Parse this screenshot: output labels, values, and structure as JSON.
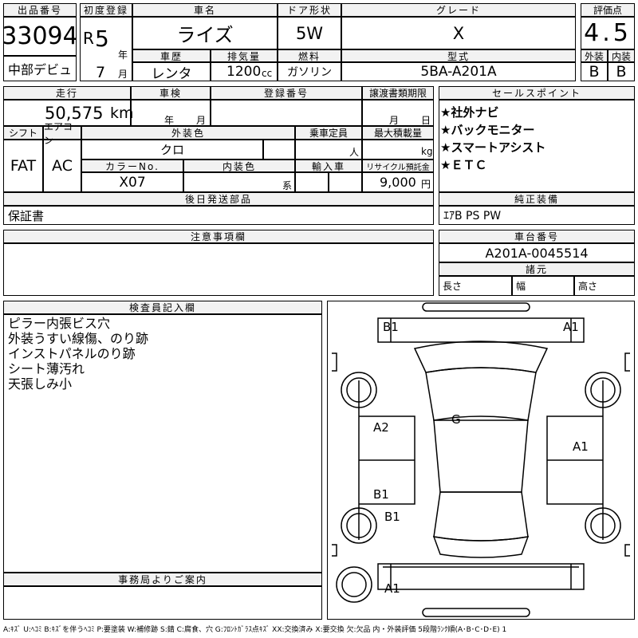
{
  "header": {
    "lot_label": "出品番号",
    "lot_no": "33094",
    "venue": "中部デビュ",
    "year_label": "初度登録",
    "era": "R",
    "year": "5",
    "year_unit": "年",
    "month": "7",
    "month_unit": "月",
    "name_label": "車名",
    "name": "ライズ",
    "history_label": "車歴",
    "history": "レンタ",
    "displacement_label": "排気量",
    "displacement": "1200",
    "displacement_unit": "cc",
    "door_label": "ドア形状",
    "door": "5W",
    "fuel_label": "燃料",
    "fuel": "ガソリン",
    "grade_label": "グレード",
    "grade": "X",
    "model_label": "型式",
    "model": "5BA-A201A",
    "score_label": "評価点",
    "score": "4.5",
    "ext_label": "外装",
    "ext": "B",
    "int_label": "内装",
    "int": "B"
  },
  "details": {
    "mileage_label": "走行",
    "mileage": "50,575",
    "mileage_unit": "km",
    "inspection_label": "車検",
    "insp_year_unit": "年",
    "insp_month_unit": "月",
    "reg_label": "登録番号",
    "transfer_label": "譲渡書類期限",
    "transfer_month_unit": "月",
    "transfer_day_unit": "日",
    "shift_label": "シフト",
    "shift": "FAT",
    "ac_label": "エアコン",
    "ac": "AC",
    "exterior_color_label": "外装色",
    "exterior_color": "クロ",
    "capacity_label": "乗車定員",
    "capacity_unit": "人",
    "load_label": "最大積載量",
    "load_unit": "kg",
    "color_no_label": "カラーNo.",
    "color_no": "X07",
    "interior_color_label": "内装色",
    "interior_suffix": "系",
    "import_label": "輸入車",
    "recycle_label": "リサイクル預託金",
    "recycle": "9,000",
    "recycle_unit": "円",
    "later_parts_label": "後日発送部品",
    "later_parts": "保証書",
    "notes_label": "注意事項欄"
  },
  "sales": {
    "label": "セールスポイント",
    "points": [
      "★社外ナビ",
      "★バックモニター",
      "★スマートアシスト",
      "★ＥＴＣ"
    ]
  },
  "equipment": {
    "label": "純正装備",
    "value": "ｴｱB PS PW"
  },
  "chassis": {
    "label": "車台番号",
    "value": "A201A-0045514",
    "dims_label": "諸元",
    "length_label": "長さ",
    "width_label": "幅",
    "height_label": "高さ"
  },
  "inspector": {
    "label": "検査員記入欄",
    "lines": [
      "ピラー内張ビス穴",
      "外装うすい線傷、のり跡",
      "インストパネルのり跡",
      "シート薄汚れ",
      "天張しみ小"
    ]
  },
  "office": {
    "label": "事務局よりご案内"
  },
  "diagram": {
    "marks": [
      "B1",
      "A1",
      "G",
      "A2",
      "A1",
      "B1",
      "B1",
      "A1"
    ]
  },
  "legend": "A:ｷｽﾞ U:ﾍｺﾐ B:ｷｽﾞを伴うﾍｺﾐ P:要塗装 W:補修跡 S:錆 C:腐食、穴 G:ﾌﾛﾝﾄｶﾞﾗｽ点ｷｽﾞ XX:交換済み X:要交換 欠:欠品 内・外装評価 5段階ﾗﾝｸ順(A･B･C･D･E) 1"
}
